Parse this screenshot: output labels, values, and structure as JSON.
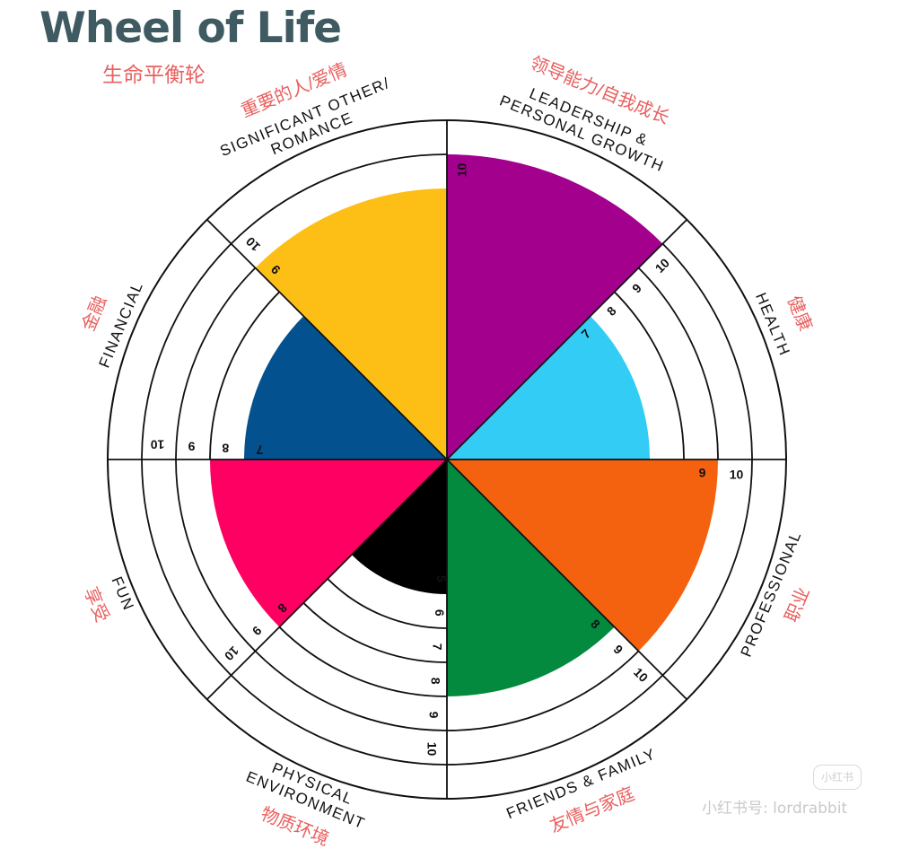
{
  "header": {
    "title": "Wheel of Life",
    "subtitle": "生命平衡轮"
  },
  "watermark": {
    "text": "小红书号: lordrabbit",
    "badge": "小红书"
  },
  "wheel": {
    "max_score": 10,
    "segments": [
      {
        "key": "growth",
        "label_en": [
          "LEADERSHIP &",
          "PERSONAL GROWTH"
        ],
        "label_zh": "领导能力/自我成长",
        "score": 10,
        "color": "#a3008e",
        "scale": [
          "10"
        ]
      },
      {
        "key": "health",
        "label_en": [
          "HEALTH"
        ],
        "label_zh": "健康",
        "score": 7,
        "color": "#33ccf5",
        "scale": [
          "7",
          "8",
          "9",
          "10"
        ]
      },
      {
        "key": "professional",
        "label_en": [
          "PROFESSIONAL"
        ],
        "label_zh": "职业",
        "score": 9,
        "color": "#f46210",
        "scale": [
          "9",
          "10"
        ]
      },
      {
        "key": "friends",
        "label_en": [
          "FRIENDS & FAMILY"
        ],
        "label_zh": "友情与家庭",
        "score": 8,
        "color": "#038a3f",
        "scale": [
          "8",
          "9",
          "10"
        ]
      },
      {
        "key": "environment",
        "label_en": [
          "PHYSICAL",
          "ENVIRONMENT"
        ],
        "label_zh": "物质环境",
        "score": 5,
        "color": "#000000",
        "scale": [
          "5",
          "6",
          "7",
          "8",
          "9",
          "10"
        ]
      },
      {
        "key": "fun",
        "label_en": [
          "FUN"
        ],
        "label_zh": "享受",
        "score": 8,
        "color": "#fd0062",
        "scale": [
          "8",
          "9",
          "10"
        ]
      },
      {
        "key": "financial",
        "label_en": [
          "FINANCIAL"
        ],
        "label_zh": "金融",
        "score": 7,
        "color": "#03528f",
        "scale": [
          "7",
          "8",
          "9",
          "10"
        ]
      },
      {
        "key": "romance",
        "label_en": [
          "SIGNIFICANT OTHER/",
          "ROMANCE"
        ],
        "label_zh": "重要的人/爱情",
        "score": 9,
        "color": "#fdbe16",
        "scale": [
          "9",
          "10"
        ]
      }
    ]
  }
}
